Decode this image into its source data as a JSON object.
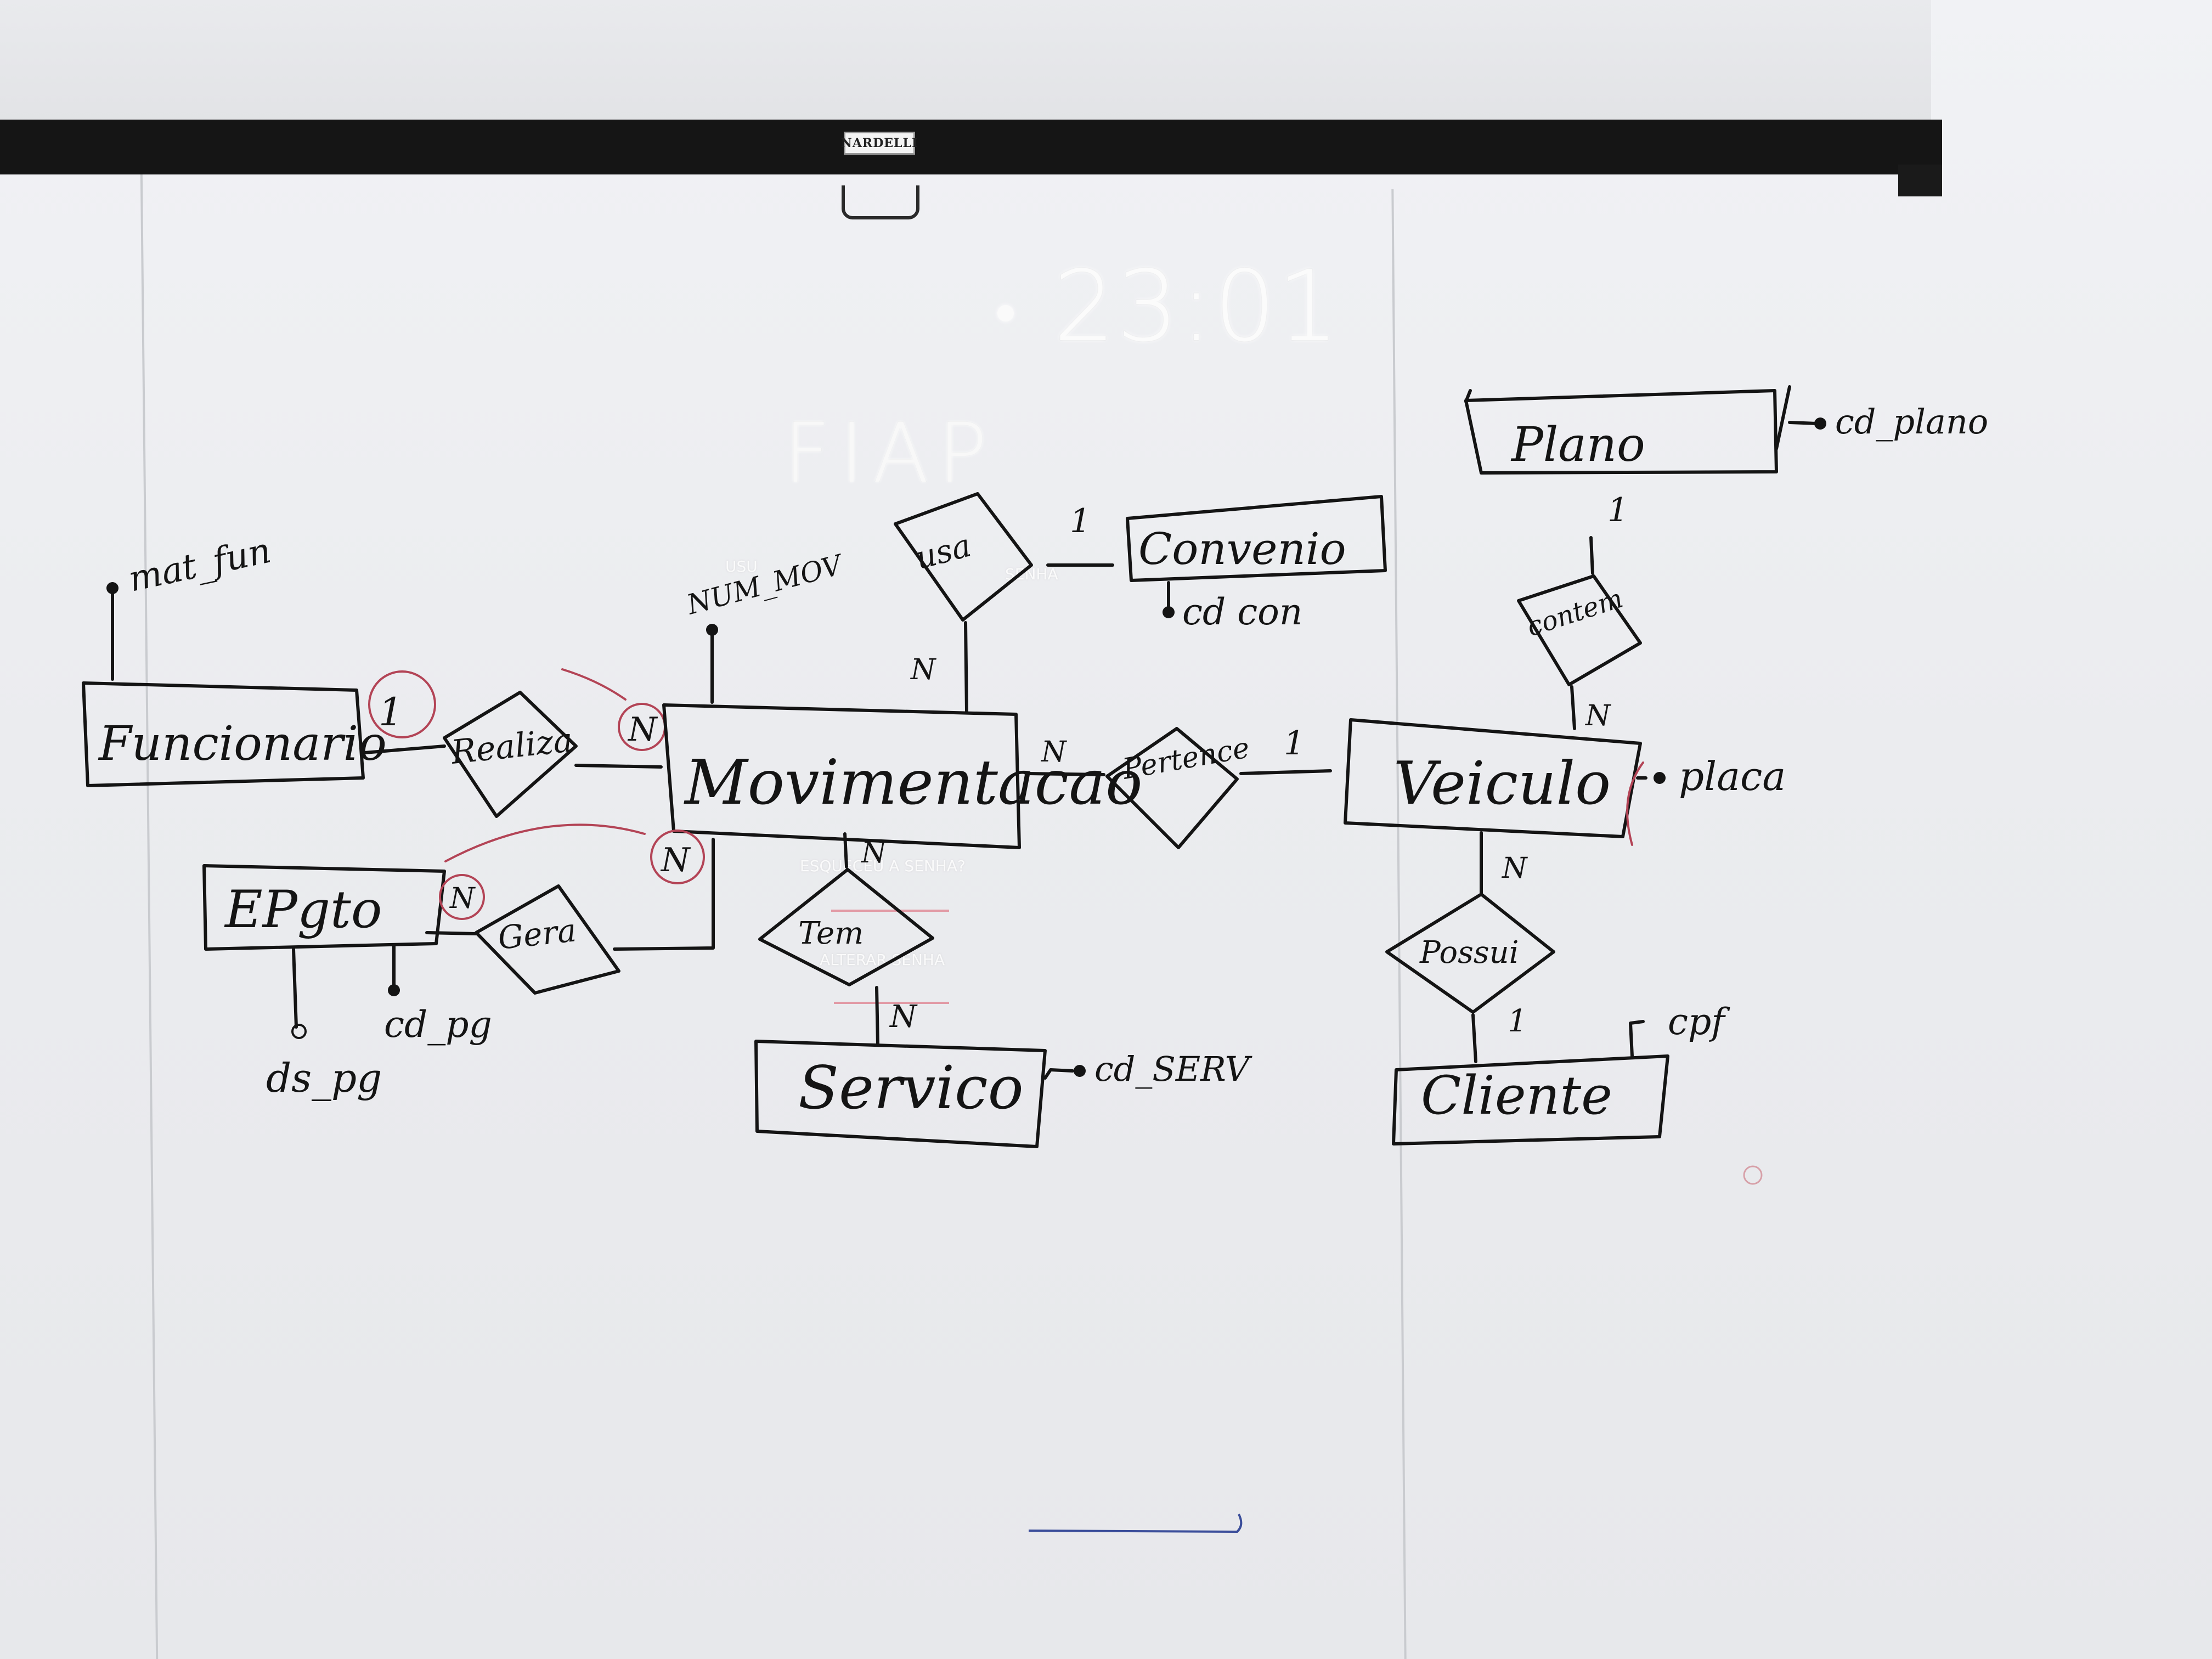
{
  "projector": {
    "brand": "NARDELLI"
  },
  "screen": {
    "clock": "23:01",
    "logo": "FIAP",
    "ghost_password_label": "SENHA",
    "ghost_user_label": "USU",
    "ghost_forgot_label": "ESQUECEU A SENHA?",
    "ghost_change_label": "ALTERAR SENHA"
  },
  "diagram": {
    "entities": {
      "funcionario": "Funcionario",
      "movimentacao": "Movimentacao",
      "convenio": "Convenio",
      "veiculo": "Veiculo",
      "plano": "Plano",
      "epgto": "EPgto",
      "servico": "Servico",
      "cliente": "Cliente"
    },
    "relationships": {
      "realiza": "Realiza",
      "usa": "usa",
      "pertence": "Pertence",
      "gera": "Gera",
      "tem": "Tem",
      "contem": "contem",
      "possui": "Possui"
    },
    "attributes": {
      "mat_fun": "mat_fun",
      "num_mov": "NUM_MOV",
      "cd_con": "cd con",
      "cd_plano": "cd_plano",
      "placa": "placa",
      "cd_pg": "cd_pg",
      "ds_pg": "ds_pg",
      "cd_serv": "cd_SERV",
      "cpf": "cpf"
    },
    "cardinalities": {
      "realiza_funcionario": "1",
      "realiza_movimentacao": "N",
      "gera_epgto": "N",
      "gera_movimentacao": "N",
      "usa_movimentacao": "N",
      "usa_convenio": "1",
      "tem_movimentacao": "N",
      "tem_servico": "N",
      "pertence_movimentacao": "N",
      "pertence_veiculo": "1",
      "contem_plano": "1",
      "contem_veiculo": "N",
      "possui_veiculo": "N",
      "possui_cliente": "1"
    }
  }
}
